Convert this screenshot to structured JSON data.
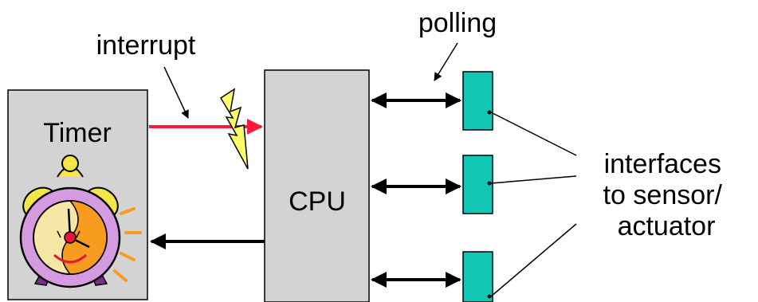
{
  "labels": {
    "interrupt": "interrupt",
    "polling": "polling",
    "timer": "Timer",
    "cpu": "CPU",
    "interfaces_line1": "interfaces",
    "interfaces_line2": "to sensor/",
    "interfaces_line3": "actuator"
  },
  "colors": {
    "box_fill": "#d3d3d3",
    "interface_fill": "#12c8b4",
    "interrupt_arrow": "#ff1a3c",
    "lightning_fill": "#ffff66",
    "clock_body": "#d49be0",
    "clock_face_orange": "#f79c1e",
    "clock_face_light": "#f8e6a6",
    "bell_yellow": "#f4e54a"
  },
  "icons": {
    "interrupt_signal": "lightning-bolt-icon",
    "timer": "alarm-clock-icon"
  }
}
